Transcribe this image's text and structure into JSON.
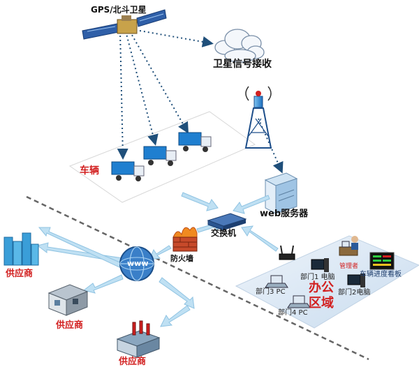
{
  "labels": {
    "satellite": "GPS/北斗卫星",
    "signal_receiver": "卫星信号接收",
    "vehicles": "车辆",
    "web_server": "web服务器",
    "switch": "交换机",
    "firewall": "防火墙",
    "internet": "www",
    "supplier_1": "供应商",
    "supplier_2": "供应商",
    "supplier_3": "供应商",
    "dept1_pc": "部门1 电脑",
    "dept2_pc": "部门2电脑",
    "dept3_pc": "部门3 PC",
    "dept4_pc": "部门4 PC",
    "office_line1": "办公",
    "office_line2": "区域",
    "manager": "管理者",
    "vehicle_board": "车辆进度看板"
  },
  "colors": {
    "label_red": "#d22020",
    "label_black": "#111111",
    "arrow_blue": "#9ec9e6",
    "dotted_line": "#1f4f7a",
    "truck_blue": "#1f7fd0",
    "divider": "#666666"
  },
  "icons": [
    "satellite-icon",
    "cloud-icon",
    "tower-icon",
    "truck-icon",
    "server-icon",
    "switch-icon",
    "firewall-icon",
    "globe-icon",
    "building-icon",
    "factory-icon",
    "pc-icon",
    "laptop-icon",
    "router-icon",
    "manager-icon",
    "dashboard-icon"
  ]
}
